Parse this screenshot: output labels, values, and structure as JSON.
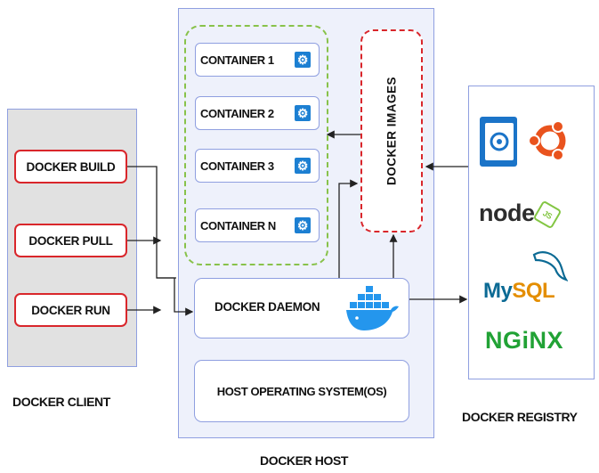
{
  "client": {
    "caption": "DOCKER CLIENT",
    "commands": [
      "DOCKER BUILD",
      "DOCKER PULL",
      "DOCKER RUN"
    ]
  },
  "host": {
    "caption": "DOCKER HOST",
    "containers": [
      "CONTAINER 1",
      "CONTAINER 2",
      "CONTAINER 3",
      "CONTAINER N"
    ],
    "images_label": "DOCKER IMAGES",
    "daemon_label": "DOCKER DAEMON",
    "os_label": "HOST OPERATING SYSTEM(OS)"
  },
  "registry": {
    "caption": "DOCKER REGISTRY",
    "logos": {
      "node_text": "node",
      "node_badge": "JS",
      "mysql_text": "My",
      "mysql_text2": "SQL",
      "nginx_text": "NGiNX"
    },
    "icons": [
      "debian-like-icon",
      "ubuntu-icon",
      "mysql-dolphin-icon"
    ]
  },
  "colors": {
    "panel_border": "#8f9fe0",
    "client_bg": "#e1e1e1",
    "host_bg": "#eef1fb",
    "command_border": "#d9262b",
    "container_group_border": "#88c24a",
    "gear_blue": "#1c7fd2",
    "whale_blue": "#2496ed"
  }
}
